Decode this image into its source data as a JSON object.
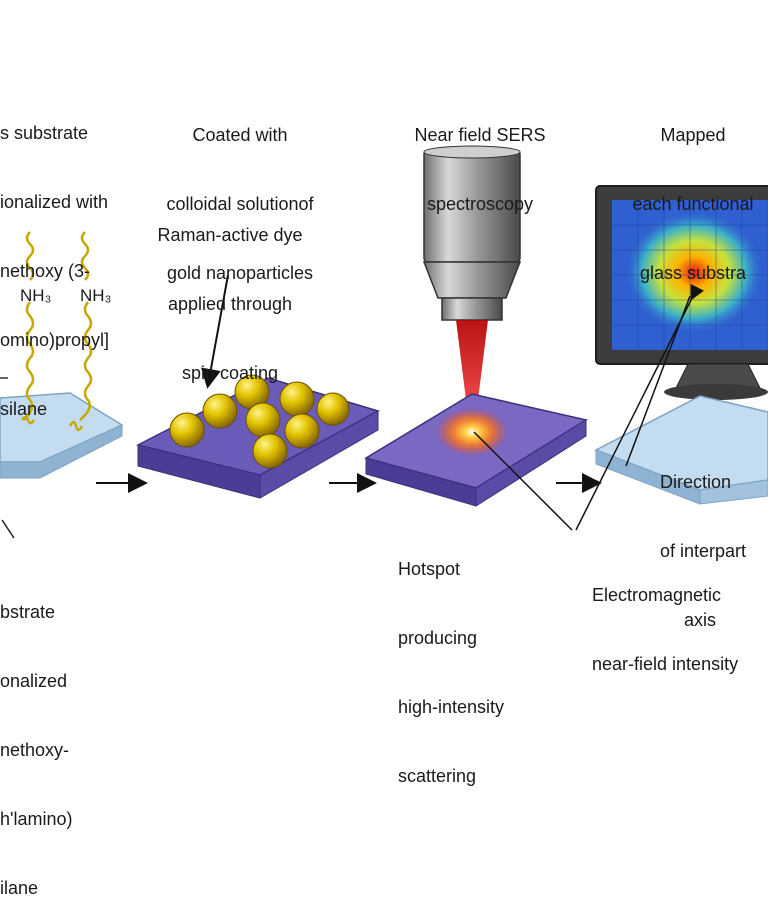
{
  "colors": {
    "glass": "#b9d4ea",
    "glass_edge": "#7ea3c4",
    "purple_substrate": "#6b5bb8",
    "gold": "#d6b400",
    "laser": "#e21a1a",
    "monitor_body": "#3c3c3c",
    "heatmap_low": "#2f5fd0",
    "heatmap_high": "#e81b10"
  },
  "step1": {
    "label_lines": [
      "s substrate",
      "ionalized with",
      "nethoxy (3-",
      "omino)propyl]",
      "silane"
    ],
    "chains": [
      {
        "label": "NH₃"
      },
      {
        "label": "NH₃"
      }
    ],
    "bottom_lines": [
      "bstrate",
      "onalized",
      "nethoxy-",
      "h'lamino)",
      "ilane"
    ]
  },
  "step2": {
    "label_lines": [
      "Coated with",
      "colloidal solutionof",
      "gold nanoparticles"
    ],
    "dye_lines": [
      "Raman-active dye",
      "applied through",
      "spin coating"
    ]
  },
  "step3": {
    "label_lines": [
      "Near field SERS",
      "spectroscopy"
    ],
    "hotspot_lines": [
      "Hotspot",
      "producing",
      "high-intensity",
      "scattering"
    ]
  },
  "step4": {
    "label_lines": [
      "Mapped",
      "each functional",
      "glass substra"
    ],
    "direction_lines": [
      "Direction",
      "of interpart",
      "axis"
    ],
    "em_lines": [
      "Electromagnetic",
      "near-field intensity"
    ]
  },
  "icons": [
    "arrow-right-icon",
    "microscope-objective-icon",
    "monitor-icon",
    "gold-nanoparticle-icon"
  ]
}
